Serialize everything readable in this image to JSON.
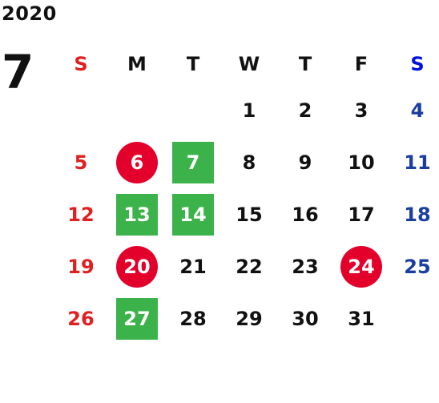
{
  "calendar": {
    "year": "2020",
    "month": "7",
    "weekdays": [
      "S",
      "M",
      "T",
      "W",
      "T",
      "F",
      "S"
    ],
    "weeks": [
      [
        "",
        "",
        "",
        "1",
        "2",
        "3",
        "4"
      ],
      [
        "5",
        "6",
        "7",
        "8",
        "9",
        "10",
        "11"
      ],
      [
        "12",
        "13",
        "14",
        "15",
        "16",
        "17",
        "18"
      ],
      [
        "19",
        "20",
        "21",
        "22",
        "23",
        "24",
        "25"
      ],
      [
        "26",
        "27",
        "28",
        "29",
        "30",
        "31",
        ""
      ]
    ],
    "marked_holidays_red": [
      "6",
      "20",
      "24"
    ],
    "marked_days_green": [
      "7",
      "13",
      "14",
      "27"
    ]
  },
  "colors": {
    "sunday": "#e02020",
    "saturday": "#1a3ea0",
    "red_mark": "#e3002b",
    "green_mark": "#3cb34a"
  }
}
